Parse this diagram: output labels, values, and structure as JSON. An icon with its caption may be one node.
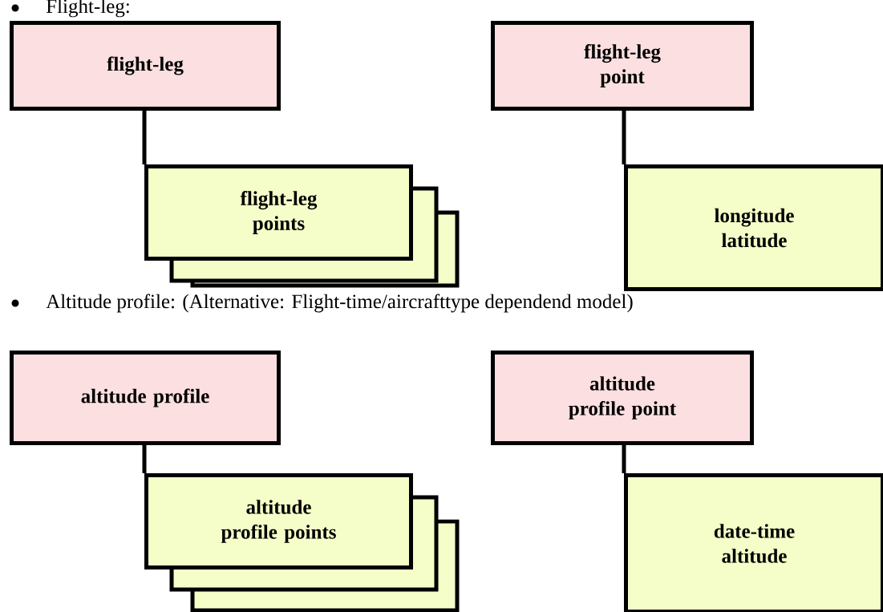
{
  "diagram": {
    "nodes": [
      {
        "text": [
          "flight-leg"
        ]
      },
      {
        "text": [
          "flight-leg points"
        ]
      },
      {
        "text": [
          "flight-leg point"
        ]
      },
      {
        "text": [
          "longitude latitude"
        ]
      },
      {
        "text": [
          "altitude profile"
        ]
      },
      {
        "text": [
          "altitude profile points"
        ]
      },
      {
        "text": [
          "altitude profile point"
        ]
      },
      {
        "text": [
          "date-time altitude"
        ]
      }
    ],
    "edges": [
      {
        "from": 0,
        "to": 1,
        "arrow": "none"
      },
      {
        "from": 2,
        "to": 3,
        "arrow": "none"
      },
      {
        "from": 4,
        "to": 5,
        "arrow": "none"
      },
      {
        "from": 6,
        "to": 7,
        "arrow": "none"
      }
    ],
    "labels": [
      "Flight-leg:",
      "Altitude profile: (Alternative: Flight-time/aircrafttype dependend model)"
    ]
  }
}
